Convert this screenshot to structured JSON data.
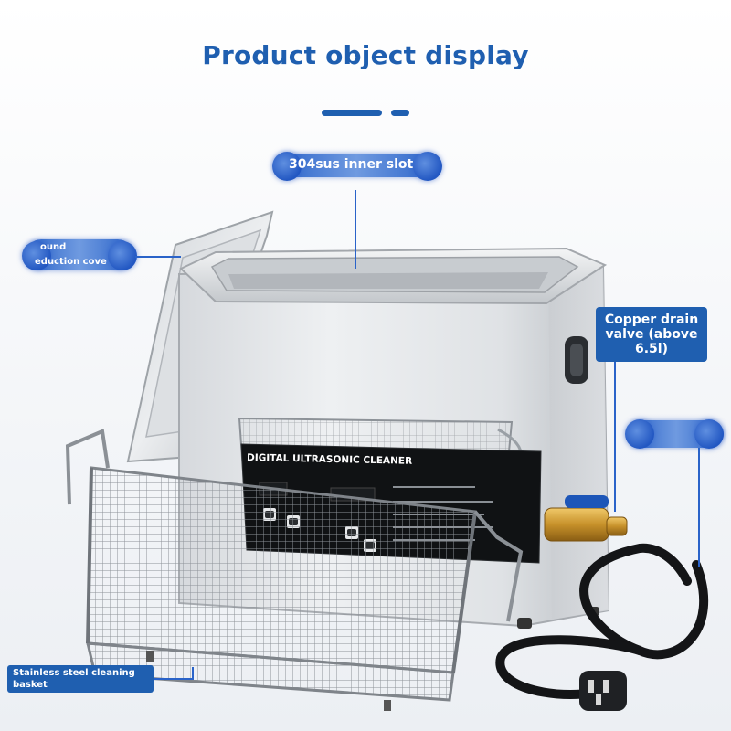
{
  "title": "Product object display",
  "device_panel": {
    "name": "DIGITAL ULTRASONIC CLEANER"
  },
  "callouts": {
    "inner_slot": "304sus inner slot",
    "cover_line1": "ound",
    "cover_line2": "eduction cove",
    "drain_valve": "Copper drain valve (above 6.5l)",
    "basket_line1": "Stainless steel cleaning",
    "basket_line2": "basket"
  },
  "colors": {
    "accent": "#1f5fb0",
    "callout": "#2a63c9"
  }
}
